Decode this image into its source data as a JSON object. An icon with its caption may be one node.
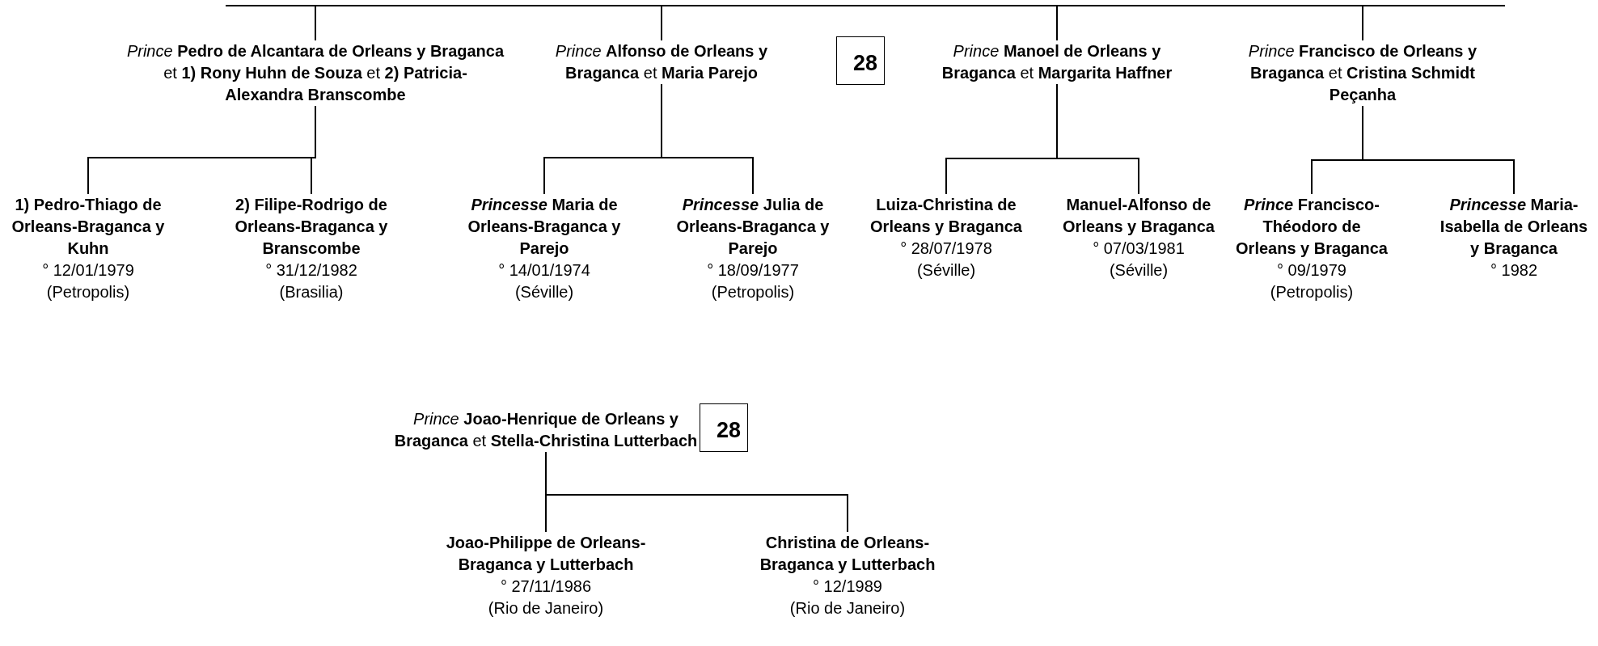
{
  "diagram": {
    "nodes": [
      {
        "text": [
          "*Prince* **Pedro de Alcantara de Orleans y Braganca** et **1) Rony Huhn de Souza** et **2) Patricia-Alexandra Branscombe**"
        ]
      },
      {
        "text": [
          "*Prince* **Alfonso de Orleans y Braganca** et **Maria Parejo**"
        ]
      },
      {
        "text": [
          "28"
        ]
      },
      {
        "text": [
          "*Prince* **Manoel de Orleans y Braganca** et **Margarita Haffner**"
        ]
      },
      {
        "text": [
          "*Prince* **Francisco de Orleans y Braganca** et **Cristina Schmidt Peçanha**"
        ]
      },
      {
        "text": [
          "1) Pedro-Thiago de Orleans-Braganca y Kuhn",
          "° 12/01/1979",
          "(Petropolis)"
        ]
      },
      {
        "text": [
          "2) Filipe-Rodrigo de Orleans-Braganca y Branscombe",
          "° 31/12/1982",
          "(Brasilia)"
        ]
      },
      {
        "text": [
          "*Princesse* Maria de Orleans-Braganca y Parejo",
          "° 14/01/1974",
          "(Séville)"
        ]
      },
      {
        "text": [
          "*Princesse* Julia de Orleans-Braganca y Parejo",
          "° 18/09/1977",
          "(Petropolis)"
        ]
      },
      {
        "text": [
          "Luiza-Christina de Orleans y Braganca",
          "° 28/07/1978",
          "(Séville)"
        ]
      },
      {
        "text": [
          "Manuel-Alfonso de Orleans y Braganca",
          "° 07/03/1981",
          "(Séville)"
        ]
      },
      {
        "text": [
          "*Prince* Francisco-Théodoro de Orleans y Braganca",
          "° 09/1979",
          "(Petropolis)"
        ]
      },
      {
        "text": [
          "*Princesse* Maria-Isabella de Orleans y Braganca",
          "° 1982"
        ]
      },
      {
        "text": [
          "*Prince* **Joao-Henrique de Orleans y Braganca** et **Stella-Christina Lutterbach**"
        ]
      },
      {
        "text": [
          "28"
        ]
      },
      {
        "text": [
          "Joao-Philippe de Orleans-Braganca y Lutterbach",
          "° 27/11/1986",
          "(Rio de Janeiro)"
        ]
      },
      {
        "text": [
          "Christina de Orleans-Braganca y Lutterbach",
          "° 12/1989",
          "(Rio de Janeiro)"
        ]
      }
    ],
    "edges": [
      {
        "from": null,
        "to": 0,
        "arrow": "none"
      },
      {
        "from": null,
        "to": 1,
        "arrow": "none"
      },
      {
        "from": null,
        "to": 3,
        "arrow": "none"
      },
      {
        "from": null,
        "to": 4,
        "arrow": "none"
      },
      {
        "from": 0,
        "to": 5,
        "arrow": "none"
      },
      {
        "from": 0,
        "to": 6,
        "arrow": "none"
      },
      {
        "from": 1,
        "to": 7,
        "arrow": "none"
      },
      {
        "from": 1,
        "to": 8,
        "arrow": "none"
      },
      {
        "from": 3,
        "to": 9,
        "arrow": "none"
      },
      {
        "from": 3,
        "to": 10,
        "arrow": "none"
      },
      {
        "from": 4,
        "to": 11,
        "arrow": "none"
      },
      {
        "from": 4,
        "to": 12,
        "arrow": "none"
      },
      {
        "from": 13,
        "to": 15,
        "arrow": "none"
      },
      {
        "from": 13,
        "to": 16,
        "arrow": "none"
      }
    ]
  }
}
